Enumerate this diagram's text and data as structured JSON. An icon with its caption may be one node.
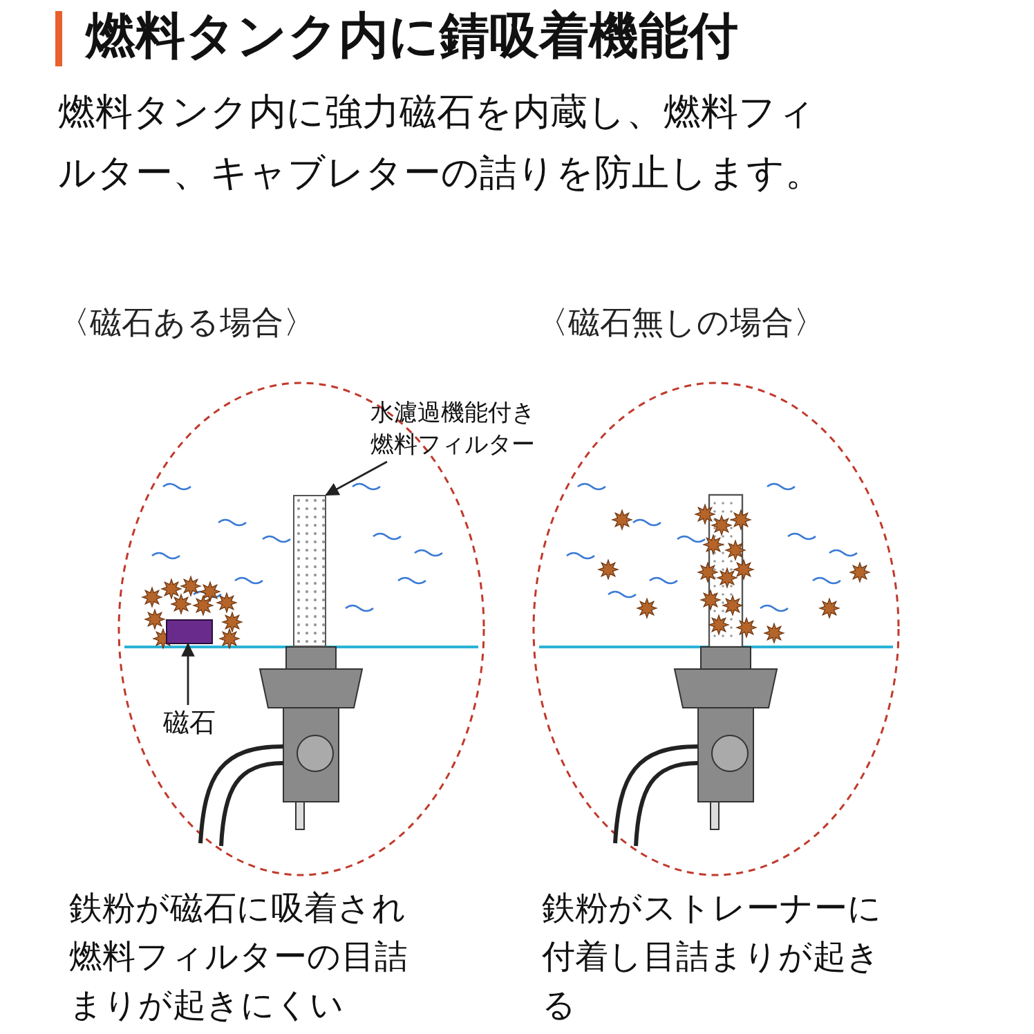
{
  "diagram": {
    "title": "燃料タンク内に錆吸着機能付",
    "nodes": [
      {
        "text": [
          "水濾過機能付き燃料フィルター"
        ]
      },
      {
        "text": [],
        "shape": "box"
      },
      {
        "text": [
          "磁石"
        ]
      },
      {
        "text": [],
        "shape": "box"
      }
    ],
    "edges": [
      {
        "from": 0,
        "to": 1,
        "arrow": "to"
      },
      {
        "from": 2,
        "to": 3,
        "arrow": "to"
      }
    ],
    "labels": [
      "燃料タンク内に強力磁石を内蔵し、燃料フィルター、キャブレターの詰りを防止します。",
      "〈磁石ある場合〉",
      "〈磁石無しの場合〉",
      "鉄粉が磁石に吸着され燃料フィルターの目詰まりが起きにくい",
      "鉄粉がストレーナーに付着し目詰まりが起きる"
    ]
  }
}
